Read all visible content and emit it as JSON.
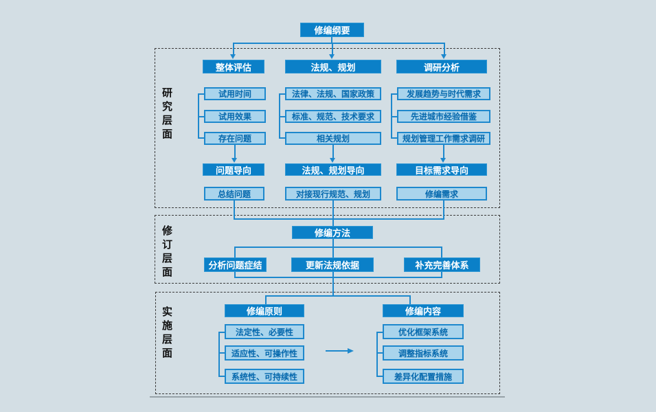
{
  "root_label": "修编纲要",
  "research": {
    "label": "研究层面",
    "columns": [
      {
        "header": "整体评估",
        "items": [
          "试用时间",
          "试用效果",
          "存在问题"
        ],
        "orientation": "问题导向",
        "output": "总结问题"
      },
      {
        "header": "法规、规划",
        "items": [
          "法律、法规、国家政策",
          "标准、规范、技术要求",
          "相关规划"
        ],
        "orientation": "法规、规划导向",
        "output": "对接现行规范、规划"
      },
      {
        "header": "调研分析",
        "items": [
          "发展趋势与时代需求",
          "先进城市经验借鉴",
          "规划管理工作需求调研"
        ],
        "orientation": "目标需求导向",
        "output": "修编需求"
      }
    ]
  },
  "revision": {
    "label": "修订层面",
    "method": "修编方法",
    "actions": [
      "分析问题症结",
      "更新法规依据",
      "补充完善体系"
    ]
  },
  "implementation": {
    "label": "实施层面",
    "principles": {
      "header": "修编原则",
      "items": [
        "法定性、必要性",
        "适应性、可操作性",
        "系统性、可持续性"
      ]
    },
    "contents": {
      "header": "修编内容",
      "items": [
        "优化框架系统",
        "调整指标系统",
        "差异化配置措施"
      ]
    }
  },
  "colors": {
    "background": "#d3dee4",
    "box_dark": "#0b80c8",
    "box_light_fill": "#a9d4ec",
    "box_light_border": "#1d88cd",
    "box_light_text": "#0568ad",
    "connector_line": "#1d88cd",
    "section_border": "#3a3a3a"
  }
}
